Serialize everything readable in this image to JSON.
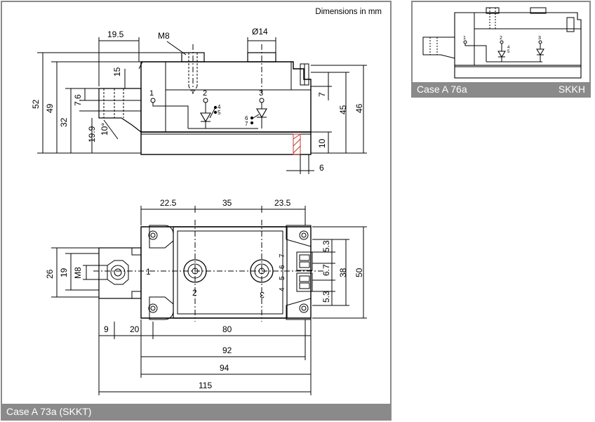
{
  "main_panel": {
    "units_note": "Dimensions in mm",
    "caption": "Case A 73a (SKKT)",
    "side_view": {
      "dims": {
        "top_terminal_offset": "19.5",
        "thread": "M8",
        "stud_diameter": "Ø14",
        "overall_height": "52",
        "height_49": "49",
        "height_32": "32",
        "height_7_6": "7.6",
        "height_19_9": "19.9",
        "angle": "10°",
        "depth_15": "15",
        "height_45": "45",
        "height_46": "46",
        "gap_7": "7",
        "base_10": "10",
        "width_6": "6"
      },
      "terminal_labels": [
        "1",
        "2",
        "3",
        "4",
        "5",
        "6",
        "7"
      ]
    },
    "top_view": {
      "dims": {
        "pitch_left": "22.5",
        "pitch_mid": "35",
        "pitch_right": "23.5",
        "height_26": "26",
        "height_19": "19",
        "thread": "M8",
        "offset_9": "9",
        "offset_20": "20",
        "span_80": "80",
        "span_92": "92",
        "span_94": "94",
        "span_115": "115",
        "pin_5_3_top": "5.3",
        "pin_6_7": "6.7",
        "pin_5_3_bot": "5.3",
        "height_38": "38",
        "height_50": "50"
      },
      "terminal_labels": [
        "1",
        "2",
        "3",
        "7",
        "6",
        "5",
        "4"
      ]
    }
  },
  "side_panel": {
    "caption_left": "Case A 76a",
    "caption_right": "SKKH",
    "terminal_labels": [
      "1",
      "2",
      "3",
      "4",
      "5"
    ]
  },
  "colors": {
    "frame_gray": "#8a8a8a",
    "line": "#000000",
    "hatch": "#c0392b"
  }
}
